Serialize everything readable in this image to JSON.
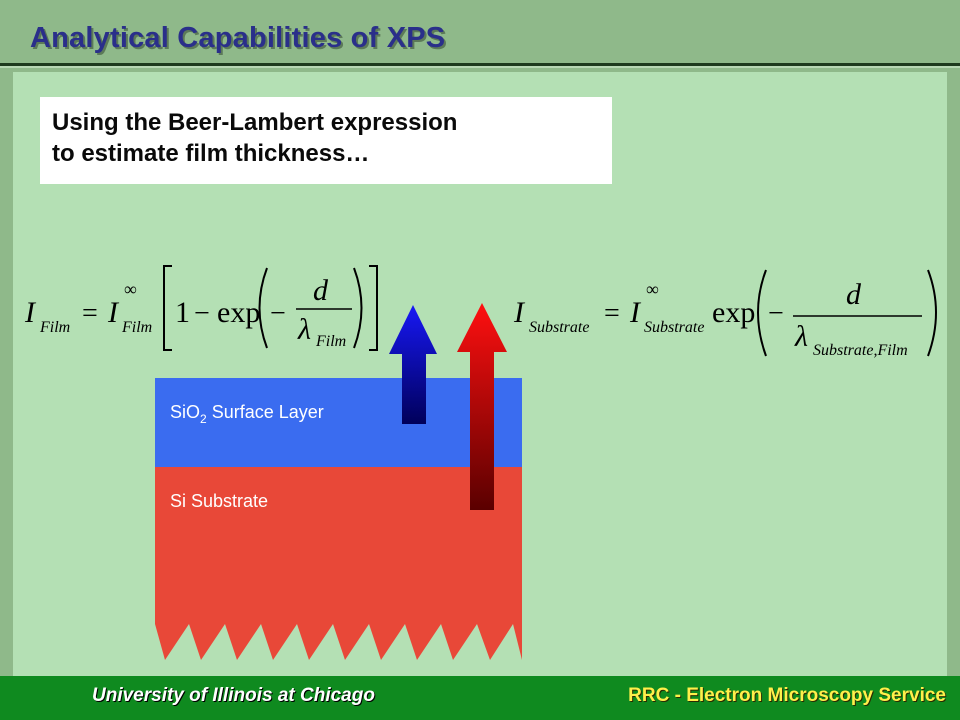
{
  "header": {
    "title": "Analytical Capabilities of XPS"
  },
  "callout": {
    "line1": "Using the Beer-Lambert expression",
    "line2": "to estimate film thickness…"
  },
  "diagram": {
    "surface_layer": {
      "prefix": "SiO",
      "subscript": "2",
      "suffix": " Surface Layer"
    },
    "substrate_label": "Si Substrate"
  },
  "equations": {
    "film": {
      "lhs_I": "I",
      "lhs_sub": "Film",
      "eq": "=",
      "rhs_I": "I",
      "rhs_sup": "∞",
      "rhs_sub": "Film",
      "one": "1",
      "minus": "−",
      "exp": "exp",
      "neg": "−",
      "num": "d",
      "lambda": "λ",
      "lambda_sub": "Film"
    },
    "substrate": {
      "lhs_I": "I",
      "lhs_sub": "Substrate",
      "eq": "=",
      "rhs_I": "I",
      "rhs_sup": "∞",
      "rhs_sub": "Substrate",
      "exp": "exp",
      "neg": "−",
      "num": "d",
      "lambda": "λ",
      "lambda_sub": "Substrate,Film"
    }
  },
  "footer": {
    "left": "University of Illinois at Chicago",
    "right": "RRC - Electron Microscopy Service"
  },
  "colors": {
    "background": "#8fb98a",
    "panel": "#b4e0b4",
    "header_title": "#2a2f8a",
    "footer_bar": "#0f8a1f",
    "footer_right": "#ffef4a",
    "sio2_layer": "#3a6cf0",
    "si_substrate": "#e84838",
    "blue_arrow": "#1010e0",
    "red_arrow": "#f01010"
  }
}
